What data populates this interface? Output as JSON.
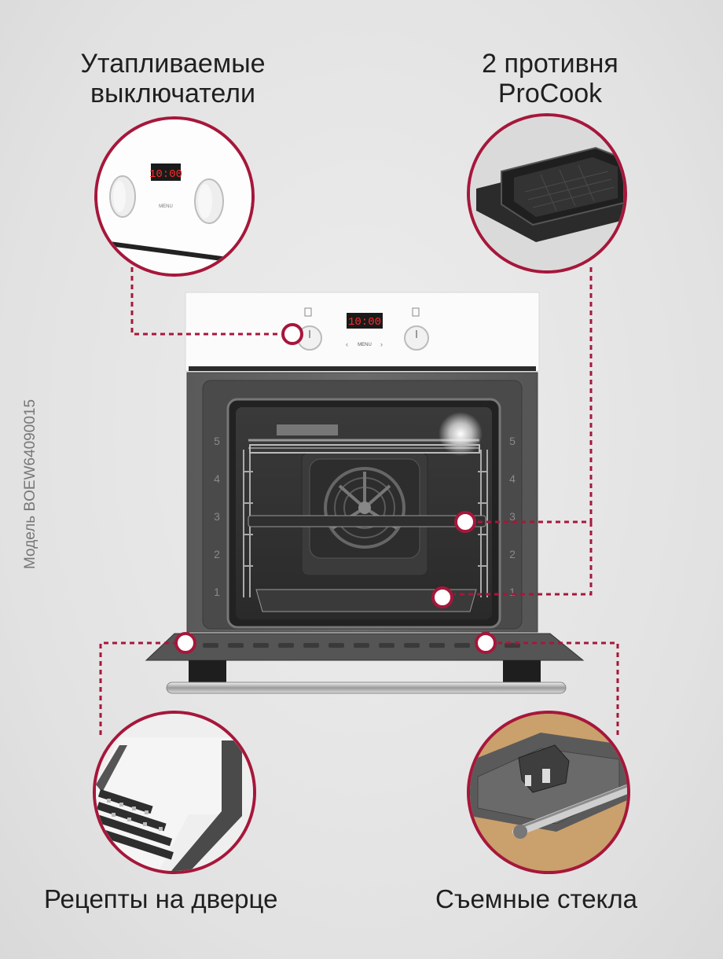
{
  "features": {
    "top_left": {
      "line1": "Утапливаемые",
      "line2": "выключатели"
    },
    "top_right": {
      "line1": "2 противня",
      "line2": "ProCook"
    },
    "bottom_left": {
      "label": "Рецепты на дверце"
    },
    "bottom_right": {
      "label": "Съемные стекла"
    }
  },
  "model": {
    "label": "Модель BOEW64090015"
  },
  "oven": {
    "display_time": "10:00",
    "menu_label": "MENU",
    "rack_levels": [
      "5",
      "4",
      "3",
      "2",
      "1"
    ]
  },
  "colors": {
    "accent": "#a6173b",
    "display": "#ff2a2a",
    "oven_body": "#555555"
  },
  "icons": [
    "knob-icon",
    "baking-tray-icon",
    "door-glass-icon",
    "recipe-panel-icon"
  ]
}
